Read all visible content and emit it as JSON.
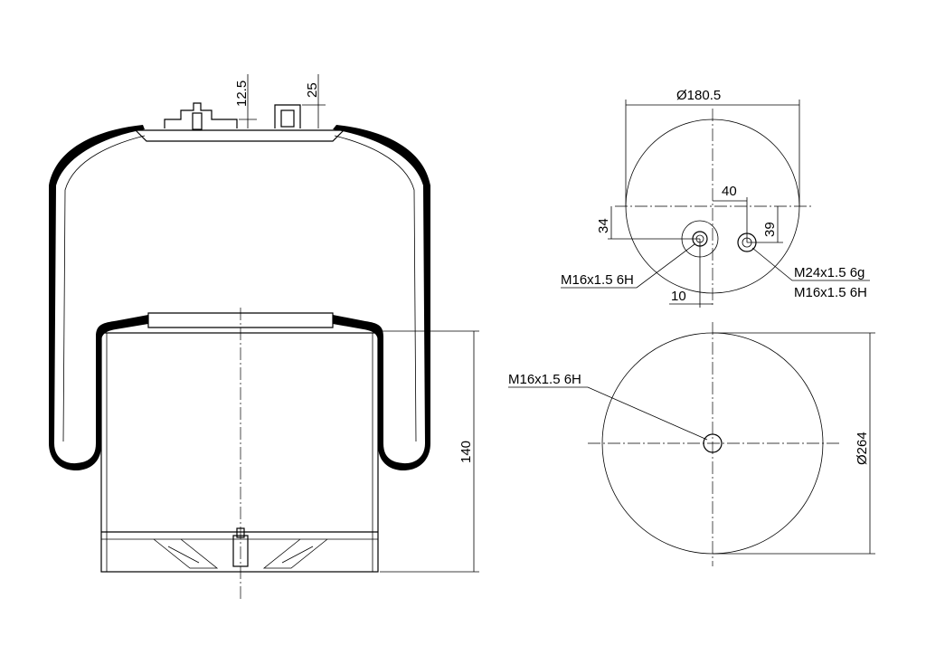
{
  "side_view": {
    "dim_top_left": "12.5",
    "dim_top_right": "25",
    "dim_height": "140"
  },
  "top_view": {
    "dim_diameter": "Ø180.5",
    "dim_offset_x": "40",
    "dim_offset_y_left": "34",
    "dim_offset_y_right": "39",
    "dim_bottom": "10",
    "label_left_thread": "M16x1.5 6H",
    "label_right_thread_1": "M24x1.5 6g",
    "label_right_thread_2": "M16x1.5 6H"
  },
  "bottom_view": {
    "label_thread": "M16x1.5 6H",
    "dim_diameter": "Ø264"
  }
}
